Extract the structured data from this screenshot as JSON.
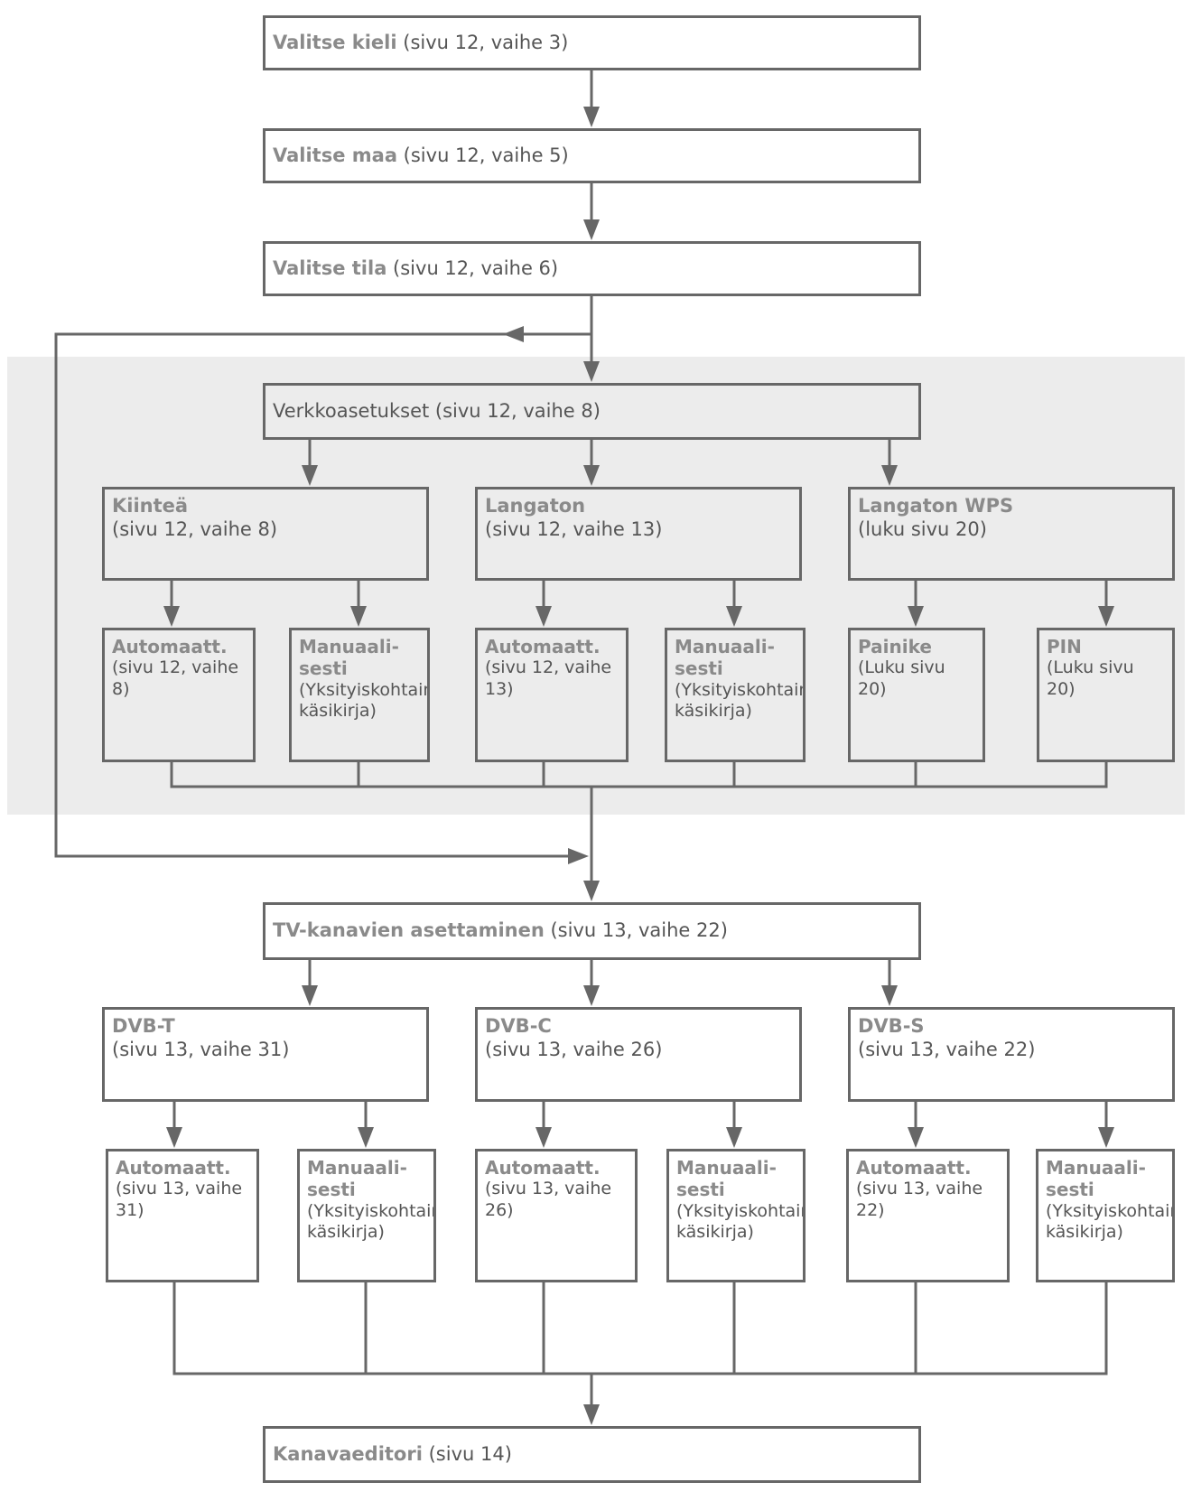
{
  "colors": {
    "line": "#676767",
    "bold_text": "#8a8a8a",
    "regular_text": "#555555",
    "network_band": "#ececec"
  },
  "steps": {
    "language": {
      "bold": "Valitse kieli",
      "rest": " (sivu 12, vaihe 3)"
    },
    "country": {
      "bold": "Valitse maa",
      "rest": " (sivu 12, vaihe 5)"
    },
    "mode": {
      "bold": "Valitse tila",
      "rest": " (sivu 12, vaihe 6)"
    },
    "network": {
      "bold": "",
      "rest": "Verkkoasetukset (sivu 12, vaihe 8)"
    },
    "tv_channels": {
      "bold": "TV-kanavien asettaminen",
      "rest": " (sivu 13, vaihe 22)"
    },
    "channel_editor": {
      "bold": "Kanavaeditori",
      "rest": " (sivu 14)"
    }
  },
  "network_options": {
    "wired": {
      "title": "Kiinteä",
      "sub": "(sivu 12, vaihe 8)",
      "auto": {
        "title": "Automaatt.",
        "sub": "(sivu 12, vaihe 8)"
      },
      "manual": {
        "title": "Manuaali-sesti",
        "sub": "(Yksityiskohtainen käsikirja)"
      }
    },
    "wireless": {
      "title": "Langaton",
      "sub": "(sivu 12, vaihe 13)",
      "auto": {
        "title": "Automaatt.",
        "sub": "(sivu 12, vaihe 13)"
      },
      "manual": {
        "title": "Manuaali-sesti",
        "sub": "(Yksityiskohtainen käsikirja)"
      }
    },
    "wps": {
      "title": "Langaton WPS",
      "sub": "(luku sivu 20)",
      "button": {
        "title": "Painike",
        "sub": "(Luku sivu 20)"
      },
      "pin": {
        "title": "PIN",
        "sub": "(Luku sivu 20)"
      }
    }
  },
  "tv_options": {
    "dvb_t": {
      "title": "DVB-T",
      "sub": "(sivu 13, vaihe 31)",
      "auto": {
        "title": "Automaatt.",
        "sub": "(sivu 13, vaihe 31)"
      },
      "manual": {
        "title": "Manuaali-sesti",
        "sub": "(Yksityiskohtainen käsikirja)"
      }
    },
    "dvb_c": {
      "title": "DVB-C",
      "sub": "(sivu 13, vaihe 26)",
      "auto": {
        "title": "Automaatt.",
        "sub": "(sivu 13, vaihe 26)"
      },
      "manual": {
        "title": "Manuaali-sesti",
        "sub": "(Yksityiskohtainen käsikirja)"
      }
    },
    "dvb_s": {
      "title": "DVB-S",
      "sub": "(sivu 13, vaihe 22)",
      "auto": {
        "title": "Automaatt.",
        "sub": "(sivu 13, vaihe 22)"
      },
      "manual": {
        "title": "Manuaali-sesti",
        "sub": "(Yksityiskohtainen käsikirja)"
      }
    }
  }
}
